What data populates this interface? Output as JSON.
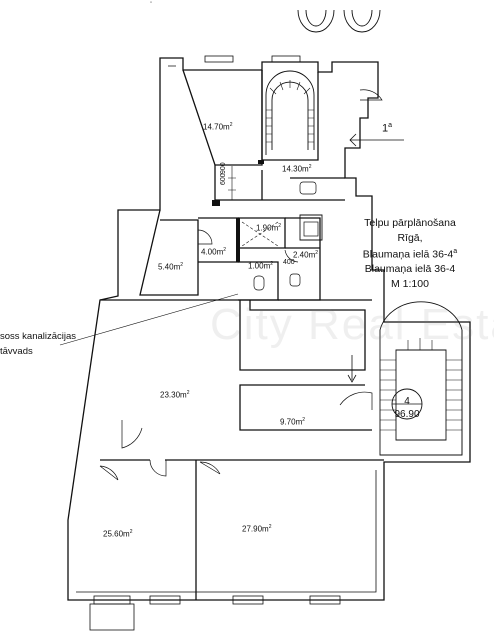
{
  "title": {
    "line1": "Telpu pārplānošana",
    "line2": "Rīgā,",
    "line3": "Blaumaņa ielā 36-4",
    "line3_sup": "a",
    "line4": "Blaumaņa ielā 36-4",
    "line5": "M 1:100"
  },
  "note": {
    "line1": "soss kanalizācijas",
    "line2": "tāvvads"
  },
  "rooms": {
    "r1": {
      "value": "14.70m",
      "sup": "2"
    },
    "r2": {
      "value": "14.30m",
      "sup": "2"
    },
    "r3": {
      "value": "5.40m",
      "sup": "2"
    },
    "r4": {
      "value": "4.00m",
      "sup": "2"
    },
    "r5": {
      "value": "1.90m",
      "sup": "2"
    },
    "r6": {
      "value": "1.00m",
      "sup": "2"
    },
    "r7": {
      "value": "2.40m",
      "sup": "2"
    },
    "r8": {
      "value": "23.30m",
      "sup": "2"
    },
    "r9": {
      "value": "9.70m",
      "sup": "2"
    },
    "r10": {
      "value": "25.60m",
      "sup": "2"
    },
    "r11": {
      "value": "27.90m",
      "sup": "2"
    }
  },
  "dims": {
    "d600": "600",
    "d900": "900",
    "d400": "400"
  },
  "section_mark": {
    "text": "1",
    "sup": "a"
  },
  "apartment": {
    "number": "4",
    "area": "96.90"
  },
  "watermark": "City Real Estate",
  "top_mark": "\""
}
